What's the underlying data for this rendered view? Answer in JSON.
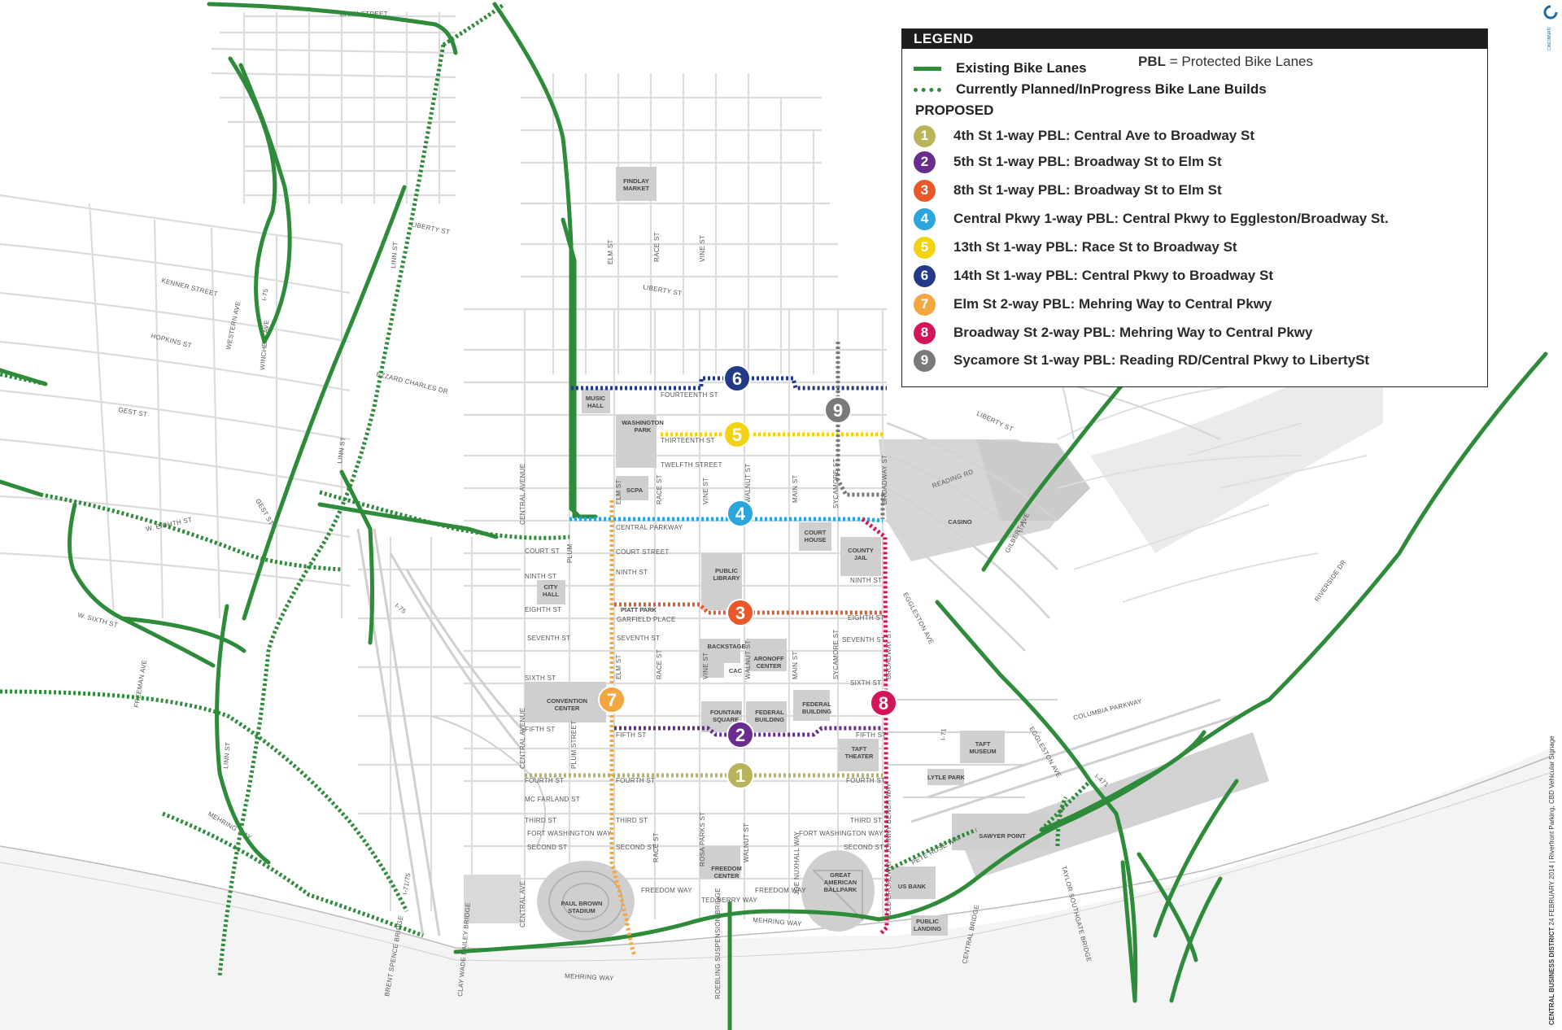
{
  "legend": {
    "title": "LEGEND",
    "existing_label": "Existing Bike Lanes",
    "pbl_abbr": "PBL",
    "pbl_definition": "= Protected Bike Lanes",
    "planned_label": "Currently Planned/InProgress Bike Lane Builds",
    "proposed_heading": "PROPOSED",
    "items": [
      {
        "num": "1",
        "color": "#b9b35a",
        "label": "4th St 1-way PBL: Central Ave to Broadway St"
      },
      {
        "num": "2",
        "color": "#6a2c8f",
        "label": "5th St 1-way PBL: Broadway St to Elm St"
      },
      {
        "num": "3",
        "color": "#e8582a",
        "label": "8th St 1-way PBL: Broadway St to Elm St"
      },
      {
        "num": "4",
        "color": "#2aa6dc",
        "label": "Central Pkwy 1-way PBL: Central Pkwy to Eggleston/Broadway St."
      },
      {
        "num": "5",
        "color": "#f2d313",
        "label": "13th St 1-way PBL: Race St to Broadway St"
      },
      {
        "num": "6",
        "color": "#223a88",
        "label": "14th St 1-way PBL: Central Pkwy to Broadway St"
      },
      {
        "num": "7",
        "color": "#f4a640",
        "label": "Elm St 2-way PBL: Mehring Way to Central Pkwy"
      },
      {
        "num": "8",
        "color": "#d4145a",
        "label": "Broadway St 2-way PBL: Mehring Way to Central Pkwy"
      },
      {
        "num": "9",
        "color": "#7a7a7a",
        "label": "Sycamore St 1-way PBL: Reading RD/Central Pkwy to LibertySt"
      }
    ]
  },
  "colors": {
    "existing": "#2e8b3a",
    "planned": "#2e8b3a",
    "street": "#d6d6d6",
    "building": "#cfcfcf"
  },
  "sidebar": {
    "title": "CENTRAL BUSINESS DISTRICT",
    "date": "24 FEBRUARY 2014",
    "separator": "|",
    "subtitle": "Riverfront Parking, CBD Vehicular Signage",
    "logo_icon": "cincinnati-logo-icon",
    "logo_text": "CINCINNATI"
  },
  "streets": {
    "bank": "BANK STREET",
    "liberty_w": "LIBERTY ST",
    "liberty_e": "LIBERTY ST",
    "liberty_mid": "LIBERTY ST",
    "kenner": "KENNER STREET",
    "hopkins": "HOPKINS ST",
    "western": "WESTERN AVE",
    "winchell": "WINCHELL AVE",
    "ezzard": "EZZARD CHARLES DR",
    "gest_w": "GEST ST",
    "gest_e": "GEST ST",
    "i75_n": "I-75",
    "i75_s": "I-75",
    "linn_n": "LINN ST",
    "linn_s": "LINN ST",
    "linn_mid": "LINN ST",
    "w_eighth": "W. EIGHTH ST",
    "w_sixth": "W. SIXTH ST",
    "freeman": "FREEMAN AVE",
    "mehring_w": "MEHRING WAY",
    "mehring_main": "MEHRING WAY",
    "mehring_mid": "MEHRING WAY",
    "brent": "BRENT SPENCE BRIDGE",
    "clay": "CLAY WADE BAILEY BRIDGE",
    "i7175": "I-71/75",
    "central_ave_n": "CENTRAL AVENUE",
    "central_ave_s": "CENTRAL AVENUE",
    "central_ave_x": "CENTRAL AVE",
    "plum_n": "PLUM",
    "plum_s": "PLUM STREET",
    "elm_n": "ELM ST",
    "elm_m": "ELM ST",
    "elm_s": "ELM ST",
    "race_n": "RACE ST",
    "race_m": "RACE ST",
    "race_s": "RACE ST",
    "race_x": "RACE ST",
    "vine_n": "VINE ST",
    "vine_m": "VINE ST",
    "vine_s": "VINE ST",
    "walnut_m": "WALNUT ST",
    "walnut_s": "WALNUT ST",
    "walnut_x": "WALNUT ST",
    "main_m": "MAIN ST",
    "main_s": "MAIN ST",
    "sycamore_m": "SYCAMORE ST",
    "sycamore_s": "SYCAMORE ST",
    "broadway_n": "BROADWAY ST",
    "broadway_s": "BROADWAY ST",
    "old_broadway": "OLD BROADWAY / JOHNNY BENCH WAY",
    "fourteenth": "FOURTEENTH ST",
    "thirteenth": "THIRTEENTH ST",
    "twelfth": "TWELFTH STREET",
    "central_pkwy": "CENTRAL PARKWAY",
    "court": "COURT ST",
    "court_street": "COURT STREET",
    "ninth_w": "NINTH ST",
    "ninth_m": "NINTH ST",
    "ninth_e": "NINTH ST",
    "eighth_w": "EIGHTH ST",
    "eighth_e": "EIGHTH ST",
    "garfield": "GARFIELD PLACE",
    "seventh_w": "SEVENTH ST",
    "seventh_m": "SEVENTH ST",
    "seventh_e": "SEVENTH ST",
    "sixth_w": "SIXTH ST",
    "sixth_e": "SIXTH ST",
    "fifth_w": "FIFTH ST",
    "fifth_m": "FIFTH ST",
    "fifth_e": "FIFTH ST",
    "fourth_w": "FOURTH ST",
    "fourth_m": "FOURTH ST",
    "fourth_e": "FOURTH ST",
    "mcfarland": "MC FARLAND ST",
    "third_w": "THIRD ST",
    "third_m": "THIRD ST",
    "third_e": "THIRD ST",
    "fort_w": "FORT WASHINGTON WAY",
    "fort_e": "FORT WASHINGTON WAY",
    "second_w": "SECOND ST",
    "second_m": "SECOND ST",
    "second_e": "SECOND ST",
    "freedom_w": "FREEDOM WAY",
    "freedom_e": "FREEDOM WAY",
    "ted_berry": "TED BERRY WAY",
    "rosa_parks": "ROSA PARKS ST",
    "joe_nuxhall": "JOE NUXHALL WAY",
    "roebling": "ROEBLING SUSPENSION BRIDGE",
    "reading": "READING RD",
    "gilbert": "GILBERT AVE",
    "i71_n": "I-71",
    "i71_s": "I-71",
    "eggleston_n": "EGGLESTON AVE",
    "eggleston_s": "EGGLESTON AVE",
    "columbia": "COLUMBIA PARKWAY",
    "pete_rose": "PETE ROSE WAY",
    "central_bridge": "CENTRAL BRIDGE",
    "i471": "I-471",
    "taylor_bridge": "TAYLOR SOUTHGATE BRIDGE",
    "riverside": "RIVERSIDE DR",
    "liberty_ne": "LIBERTY ST"
  },
  "buildings": {
    "findlay": [
      "FINDLAY",
      "MARKET"
    ],
    "music_hall": [
      "MUSIC",
      "HALL"
    ],
    "washington_park": [
      "WASHINGTON",
      "PARK"
    ],
    "scpa": [
      "SCPA"
    ],
    "court_house": [
      "COURT",
      "HOUSE"
    ],
    "county_jail": [
      "COUNTY",
      "JAIL"
    ],
    "casino": [
      "CASINO"
    ],
    "public_library": [
      "PUBLIC",
      "LIBRARY"
    ],
    "city_hall": [
      "CITY",
      "HALL"
    ],
    "piatt_park": [
      "PIATT PARK"
    ],
    "backstage": [
      "BACKSTAGE"
    ],
    "cac": [
      "CAC"
    ],
    "aronoff": [
      "ARONOFF",
      "CENTER"
    ],
    "convention": [
      "CONVENTION",
      "CENTER"
    ],
    "fountain_square": [
      "FOUNTAIN",
      "SQUARE"
    ],
    "federal_building_w": [
      "FEDERAL",
      "BUILDING"
    ],
    "federal_building_e": [
      "FEDERAL",
      "BUILDING"
    ],
    "taft_theater": [
      "TAFT",
      "THEATER"
    ],
    "taft_museum": [
      "TAFT",
      "MUSEUM"
    ],
    "lytle_park": [
      "LYTLE PARK"
    ],
    "sawyer_point": [
      "SAWYER POINT"
    ],
    "us_bank": [
      "US BANK"
    ],
    "public_landing": [
      "PUBLIC",
      "LANDING"
    ],
    "great_american": [
      "GREAT",
      "AMERICAN",
      "BALLPARK"
    ],
    "freedom_center": [
      "FREEDOM",
      "CENTER"
    ],
    "paul_brown": [
      "PAUL BROWN",
      "STADIUM"
    ]
  }
}
